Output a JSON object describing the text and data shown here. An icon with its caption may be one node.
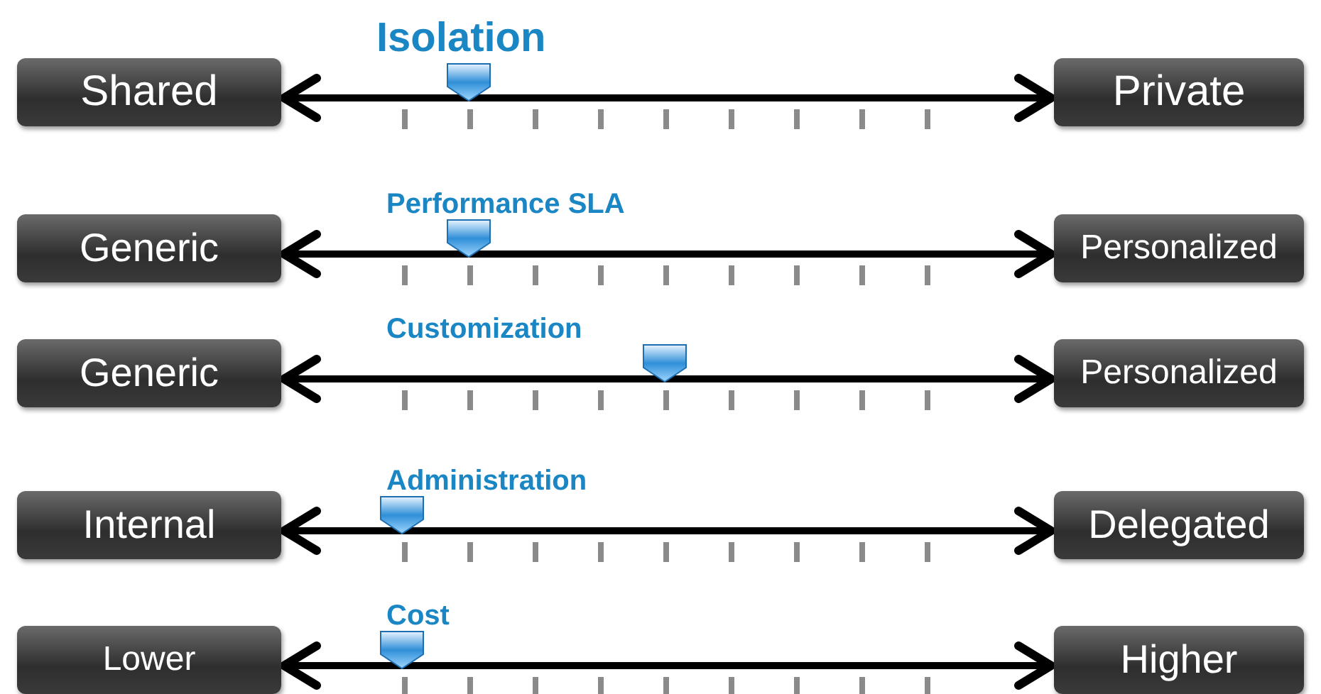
{
  "diagram": {
    "nodes": [
      {
        "text": [
          "Shared"
        ]
      },
      {
        "text": [
          "Private"
        ]
      },
      {
        "text": [
          "Generic"
        ]
      },
      {
        "text": [
          "Personalized"
        ]
      },
      {
        "text": [
          "Generic"
        ]
      },
      {
        "text": [
          "Personalized"
        ]
      },
      {
        "text": [
          "Internal"
        ]
      },
      {
        "text": [
          "Delegated"
        ]
      },
      {
        "text": [
          "Lower"
        ]
      },
      {
        "text": [
          "Higher"
        ]
      }
    ],
    "edges": [
      {
        "from": 0,
        "to": 1,
        "arrow": "both",
        "label": "Isolation"
      },
      {
        "from": 2,
        "to": 3,
        "arrow": "both",
        "label": "Performance SLA"
      },
      {
        "from": 4,
        "to": 5,
        "arrow": "both",
        "label": "Customization"
      },
      {
        "from": 6,
        "to": 7,
        "arrow": "both",
        "label": "Administration"
      },
      {
        "from": 8,
        "to": 9,
        "arrow": "both",
        "label": "Cost"
      }
    ]
  }
}
